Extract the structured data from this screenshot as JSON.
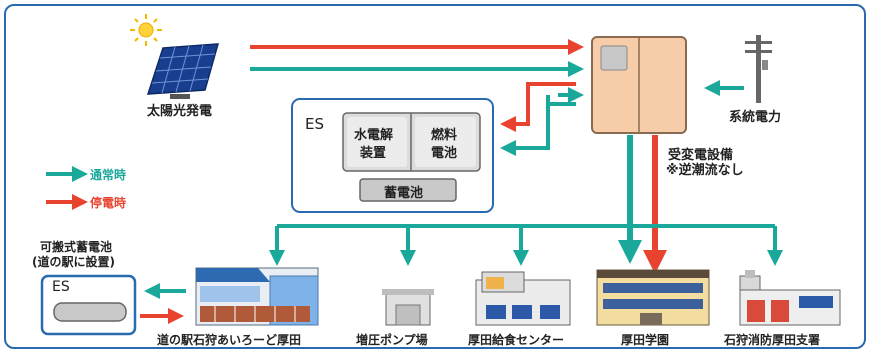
{
  "labels": {
    "solar": "太陽光発電",
    "grid": "系統電力",
    "substation_line1": "受変電設備",
    "substation_line2": "※逆潮流なし",
    "es_title": "ES",
    "hydrogen_line1": "水電解",
    "hydrogen_line2": "装置",
    "fuelcell_line1": "燃料",
    "fuelcell_line2": "電池",
    "battery": "蓄電池",
    "portable_line1": "可搬式蓄電池",
    "portable_line2": "(道の駅に設置)",
    "portable_es": "ES",
    "station": "道の駅石狩あいろーど厚田",
    "pump": "増圧ポンプ場",
    "kitchen": "厚田給食センター",
    "school": "厚田学園",
    "fire": "石狩消防厚田支署"
  },
  "legend": [
    {
      "label": "通常時",
      "color": "#1aa89a"
    },
    {
      "label": "停電時",
      "color": "#e8432f"
    }
  ],
  "colors": {
    "normal": "#1aa89a",
    "outage": "#e8432f",
    "frame": "#2a6ab0"
  }
}
